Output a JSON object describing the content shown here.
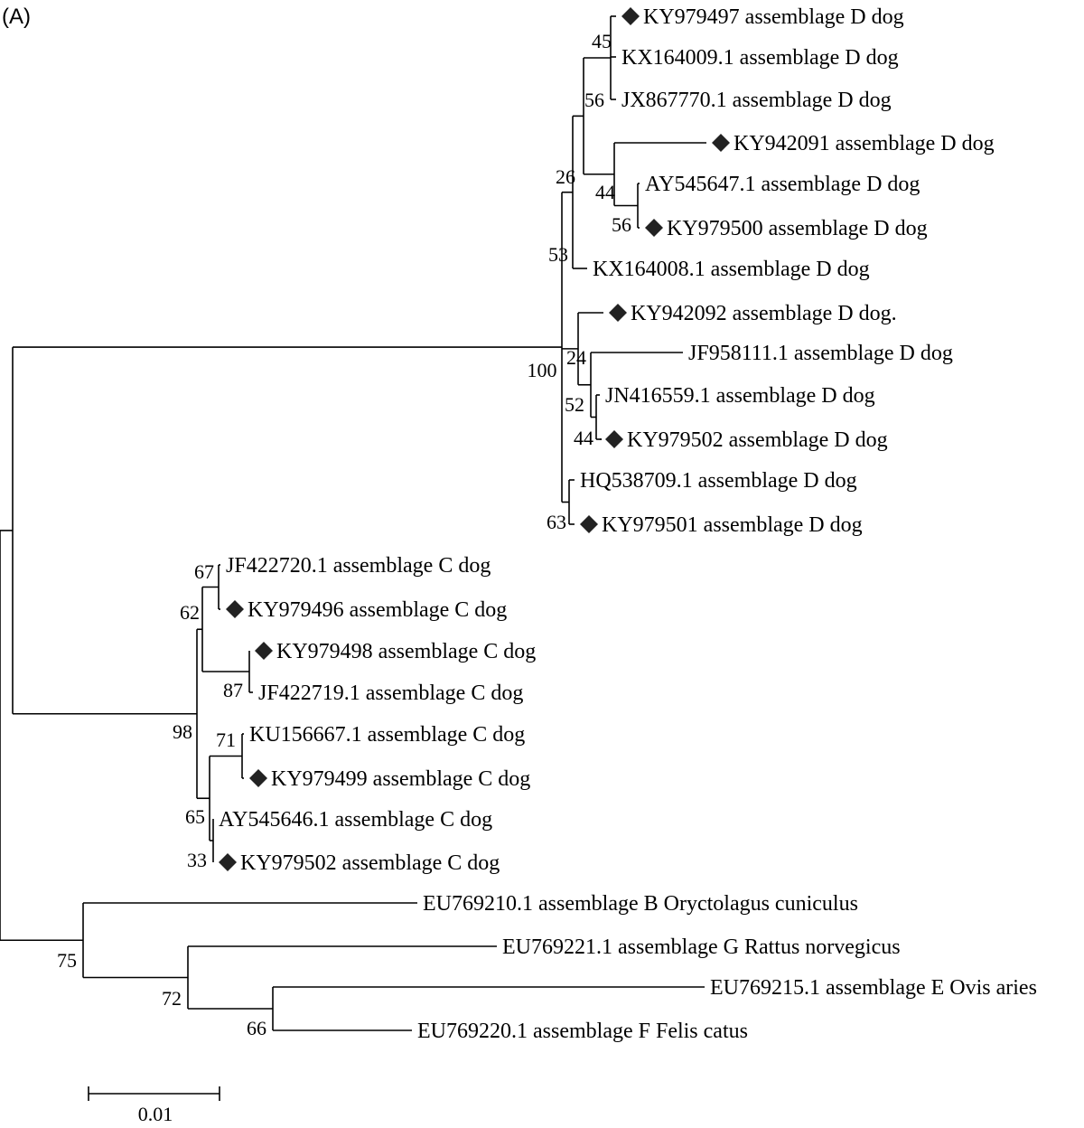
{
  "panel_label": "(A)",
  "scale_bar_label": "0.01",
  "marker_icon": "diamond-icon",
  "leaves": [
    {
      "id": "KY979497",
      "label": "KY979497 assemblage D dog",
      "marker": true
    },
    {
      "id": "KX164009.1",
      "label": "KX164009.1 assemblage D dog",
      "marker": false
    },
    {
      "id": "JX867770.1",
      "label": "JX867770.1 assemblage D dog",
      "marker": false
    },
    {
      "id": "KY942091",
      "label": "KY942091 assemblage D dog",
      "marker": true
    },
    {
      "id": "AY545647.1",
      "label": "AY545647.1 assemblage D dog",
      "marker": false
    },
    {
      "id": "KY979500",
      "label": "KY979500 assemblage D dog",
      "marker": true
    },
    {
      "id": "KX164008.1",
      "label": "KX164008.1 assemblage D dog",
      "marker": false
    },
    {
      "id": "KY942092",
      "label": "KY942092 assemblage D dog.",
      "marker": true
    },
    {
      "id": "JF958111.1",
      "label": "JF958111.1 assemblage D dog",
      "marker": false
    },
    {
      "id": "JN416559.1",
      "label": "JN416559.1 assemblage D dog",
      "marker": false
    },
    {
      "id": "KY979502D",
      "label": "KY979502 assemblage D dog",
      "marker": true
    },
    {
      "id": "HQ538709.1",
      "label": "HQ538709.1 assemblage D dog",
      "marker": false
    },
    {
      "id": "KY979501",
      "label": "KY979501 assemblage D dog",
      "marker": true
    },
    {
      "id": "JF422720.1",
      "label": "JF422720.1 assemblage C dog",
      "marker": false
    },
    {
      "id": "KY979496",
      "label": "KY979496 assemblage C dog",
      "marker": true
    },
    {
      "id": "KY979498",
      "label": "KY979498 assemblage C dog",
      "marker": true
    },
    {
      "id": "JF422719.1",
      "label": "JF422719.1 assemblage C dog",
      "marker": false
    },
    {
      "id": "KU156667.1",
      "label": "KU156667.1 assemblage C dog",
      "marker": false
    },
    {
      "id": "KY979499",
      "label": "KY979499 assemblage C dog",
      "marker": true
    },
    {
      "id": "AY545646.1",
      "label": "AY545646.1 assemblage C dog",
      "marker": false
    },
    {
      "id": "KY979502C",
      "label": "KY979502 assemblage C dog",
      "marker": true
    },
    {
      "id": "EU769210.1",
      "label": "EU769210.1 assemblage B Oryctolagus cuniculus",
      "marker": false
    },
    {
      "id": "EU769221.1",
      "label": "EU769221.1 assemblage G Rattus norvegicus",
      "marker": false
    },
    {
      "id": "EU769215.1",
      "label": "EU769215.1 assemblage E Ovis aries",
      "marker": false
    },
    {
      "id": "EU769220.1",
      "label": "EU769220.1 assemblage F Felis catus",
      "marker": false
    }
  ],
  "support_values": [
    "45",
    "56",
    "26",
    "44",
    "56",
    "53",
    "100",
    "24",
    "52",
    "44",
    "63",
    "67",
    "62",
    "87",
    "98",
    "71",
    "65",
    "33",
    "75",
    "72",
    "66"
  ]
}
